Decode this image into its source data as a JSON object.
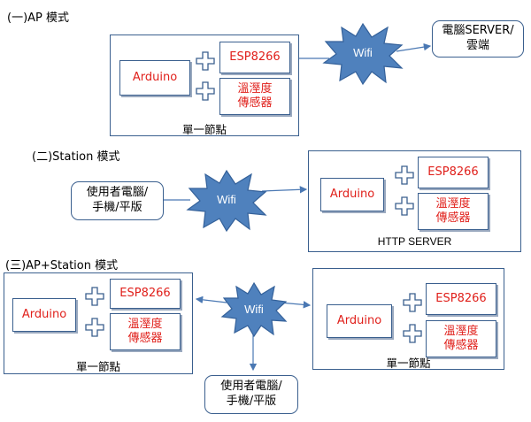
{
  "section1": {
    "heading": "(一)AP 模式",
    "node": {
      "arduino": "Arduino",
      "esp": "ESP8266",
      "sensor": "溫溼度\n傳感器",
      "caption": "單一節點"
    },
    "wifi": "Wifi",
    "server": "電腦SERVER/\n雲端"
  },
  "section2": {
    "heading": "(二)Station 模式",
    "user": "使用者電腦/\n手機/平版",
    "wifi": "Wifi",
    "node": {
      "arduino": "Arduino",
      "esp": "ESP8266",
      "sensor": "溫溼度\n傳感器",
      "caption": "HTTP SERVER"
    }
  },
  "section3": {
    "heading": "(三)AP+Station 模式",
    "left_node": {
      "arduino": "Arduino",
      "esp": "ESP8266",
      "sensor": "溫溼度\n傳感器",
      "caption": "單一節點"
    },
    "wifi": "Wifi",
    "right_node": {
      "arduino": "Arduino",
      "esp": "ESP8266",
      "sensor": "溫溼度\n傳感器",
      "caption": "單一節點"
    },
    "user": "使用者電腦/\n手機/平版"
  },
  "colors": {
    "border": "#3a5f8e",
    "wifi_fill": "#4f81bd",
    "label_red": "#e0201b"
  },
  "icons": {
    "plus": "plus-icon",
    "burst": "wifi-burst-icon"
  }
}
